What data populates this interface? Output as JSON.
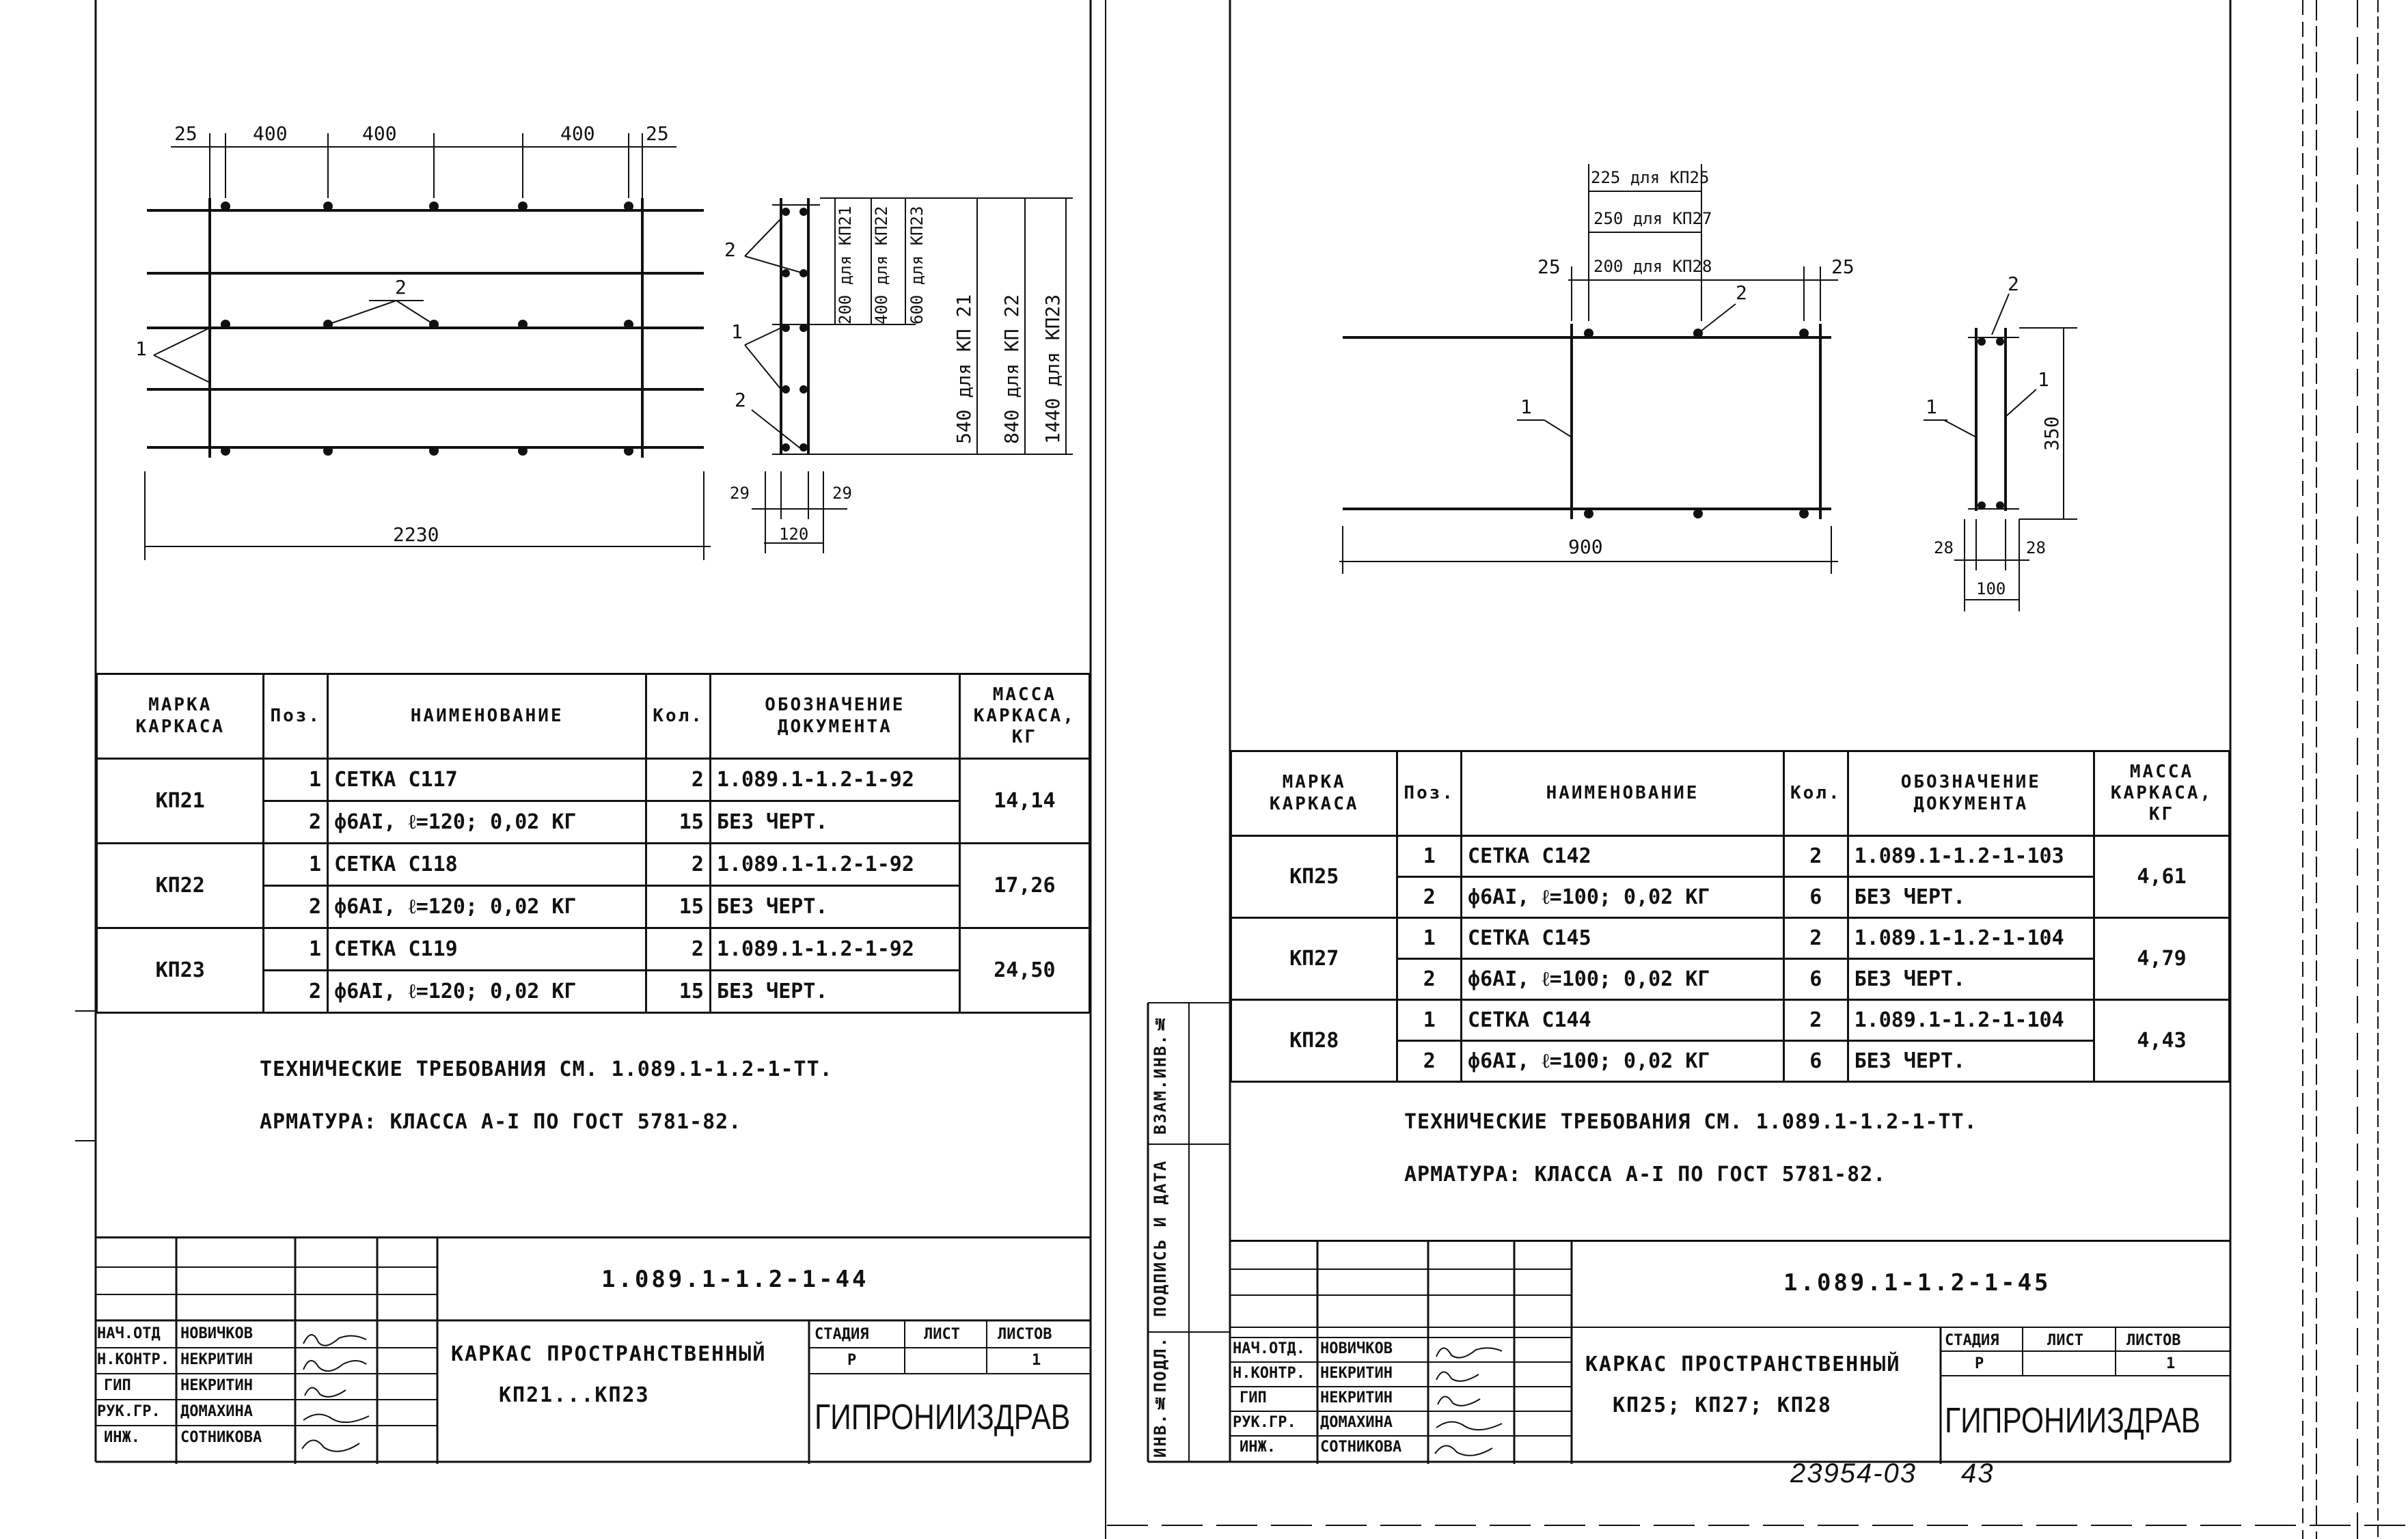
{
  "left_sheet": {
    "drawing": {
      "top_dims": [
        "25",
        "400",
        "400",
        "400",
        "25"
      ],
      "overall_dim": "2230",
      "callouts": [
        "2",
        "1",
        "2",
        "1",
        "2"
      ],
      "side_vertical_dims": [
        "200 для КП21",
        "400 для КП22",
        "600 для КП23",
        "540 для КП 21",
        "840 для КП 22",
        "1440 для КП23"
      ],
      "side_bottom_dims": [
        "29",
        "29",
        "120"
      ]
    },
    "table": {
      "headers": [
        "МАРКА КАРКАСА",
        "Поз.",
        "НАИМЕНОВАНИЕ",
        "Кол.",
        "ОБОЗНАЧЕНИЕ ДОКУМЕНТА",
        "МАССА КАРКАСА, КГ"
      ],
      "groups": [
        {
          "mark": "КП21",
          "mass": "14,14",
          "rows": [
            {
              "pos": "1",
              "name": "СЕТКА С117",
              "qty": "2",
              "doc": "1.089.1-1.2-1-92"
            },
            {
              "pos": "2",
              "name": "ф6АI, ℓ=120; 0,02 КГ",
              "qty": "15",
              "doc": "БЕЗ ЧЕРТ."
            }
          ]
        },
        {
          "mark": "КП22",
          "mass": "17,26",
          "rows": [
            {
              "pos": "1",
              "name": "СЕТКА С118",
              "qty": "2",
              "doc": "1.089.1-1.2-1-92"
            },
            {
              "pos": "2",
              "name": "ф6АI, ℓ=120; 0,02 КГ",
              "qty": "15",
              "doc": "БЕЗ ЧЕРТ."
            }
          ]
        },
        {
          "mark": "КП23",
          "mass": "24,50",
          "rows": [
            {
              "pos": "1",
              "name": "СЕТКА С119",
              "qty": "2",
              "doc": "1.089.1-1.2-1-92"
            },
            {
              "pos": "2",
              "name": "ф6АI, ℓ=120; 0,02 КГ",
              "qty": "15",
              "doc": "БЕЗ ЧЕРТ."
            }
          ]
        }
      ]
    },
    "notes": [
      "ТЕХНИЧЕСКИЕ ТРЕБОВАНИЯ СМ. 1.089.1-1.2-1-ТТ.",
      "АРМАТУРА: КЛАССА А-I ПО ГОСТ 5781-82."
    ],
    "stamp": {
      "code": "1.089.1-1.2-1-44",
      "roles": [
        "НАЧ.ОТД",
        "Н.КОНТР.",
        "ГИП",
        "РУК.ГР.",
        "ИНЖ."
      ],
      "names": [
        "НОВИЧКОВ",
        "НЕКРИТИН",
        "НЕКРИТИН",
        "ДОМАХИНА",
        "СОТНИКОВА"
      ],
      "title_line1": "КАРКАС ПРОСТРАНСТВЕННЫЙ",
      "title_line2": "КП21...КП23",
      "stage_label": "СТАДИЯ",
      "sheet_label": "ЛИСТ",
      "sheets_label": "ЛИСТОВ",
      "stage": "Р",
      "sheets": "1",
      "org": "ГИПРОНИИЗДРАВ"
    }
  },
  "right_sheet": {
    "drawing": {
      "top_dims": [
        "225 для КП25",
        "250 для КП27",
        "200 для КП28"
      ],
      "side_top_dims": [
        "25",
        "25"
      ],
      "overall_dim": "900",
      "callouts": [
        "2",
        "1",
        "2",
        "1",
        "1"
      ],
      "side_vertical_dim": "350",
      "side_bottom_dims": [
        "28",
        "28",
        "100"
      ]
    },
    "table": {
      "headers": [
        "МАРКА КАРКАСА",
        "Поз.",
        "НАИМЕНОВАНИЕ",
        "Кол.",
        "ОБОЗНАЧЕНИЕ ДОКУМЕНТА",
        "МАССА КАРКАСА, КГ"
      ],
      "groups": [
        {
          "mark": "КП25",
          "mass": "4,61",
          "rows": [
            {
              "pos": "1",
              "name": "СЕТКА С142",
              "qty": "2",
              "doc": "1.089.1-1.2-1-103"
            },
            {
              "pos": "2",
              "name": "ф6АI, ℓ=100; 0,02 КГ",
              "qty": "6",
              "doc": "БЕЗ ЧЕРТ."
            }
          ]
        },
        {
          "mark": "КП27",
          "mass": "4,79",
          "rows": [
            {
              "pos": "1",
              "name": "СЕТКА С145",
              "qty": "2",
              "doc": "1.089.1-1.2-1-104"
            },
            {
              "pos": "2",
              "name": "ф6АI, ℓ=100; 0,02 КГ",
              "qty": "6",
              "doc": "БЕЗ ЧЕРТ."
            }
          ]
        },
        {
          "mark": "КП28",
          "mass": "4,43",
          "rows": [
            {
              "pos": "1",
              "name": "СЕТКА С144",
              "qty": "2",
              "doc": "1.089.1-1.2-1-104"
            },
            {
              "pos": "2",
              "name": "ф6АI, ℓ=100; 0,02 КГ",
              "qty": "6",
              "doc": "БЕЗ ЧЕРТ."
            }
          ]
        }
      ]
    },
    "notes": [
      "ТЕХНИЧЕСКИЕ ТРЕБОВАНИЯ СМ. 1.089.1-1.2-1-ТТ.",
      "АРМАТУРА: КЛАССА А-I ПО ГОСТ 5781-82."
    ],
    "side_labels": [
      "ИНВ.№ПОДЛ.",
      "ПОДПИСЬ И ДАТА",
      "ВЗАМ.ИНВ.№"
    ],
    "stamp": {
      "code": "1.089.1-1.2-1-45",
      "roles": [
        "НАЧ.ОТД.",
        "Н.КОНТР.",
        "ГИП",
        "РУК.ГР.",
        "ИНЖ."
      ],
      "names": [
        "НОВИЧКОВ",
        "НЕКРИТИН",
        "НЕКРИТИН",
        "ДОМАХИНА",
        "СОТНИКОВА"
      ],
      "title_line1": "КАРКАС ПРОСТРАНСТВЕННЫЙ",
      "title_line2": "КП25; КП27; КП28",
      "stage_label": "СТАДИЯ",
      "sheet_label": "ЛИСТ",
      "sheets_label": "ЛИСТОВ",
      "stage": "Р",
      "sheets": "1",
      "org": "ГИПРОНИИЗДРАВ"
    },
    "archive_number": "23954-03",
    "page_number": "43"
  }
}
